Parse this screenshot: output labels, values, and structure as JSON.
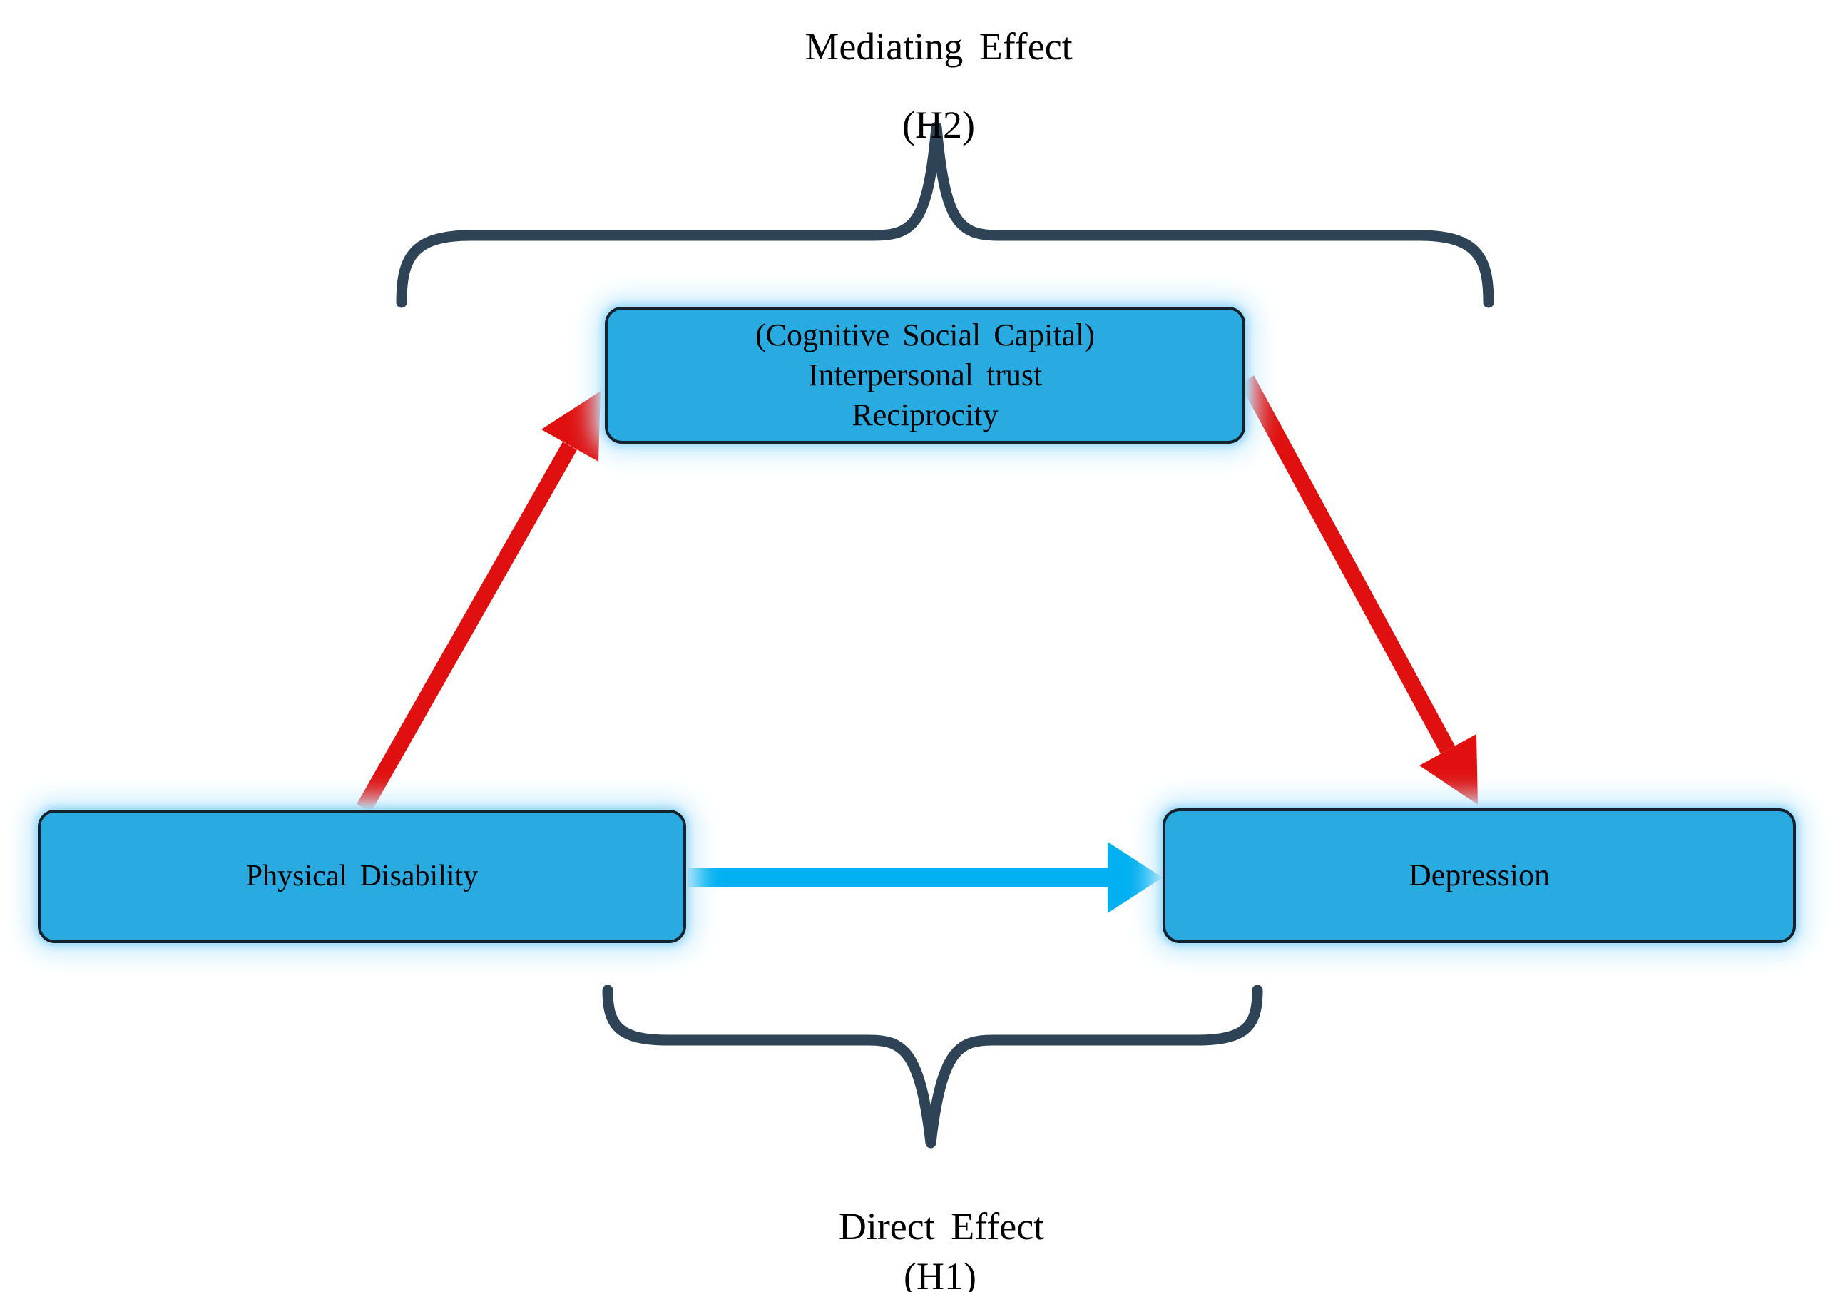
{
  "header": {
    "line1": "Mediating Effect",
    "line2": "(H2)"
  },
  "footer": {
    "line1": "Direct Effect",
    "line2": "(H1)"
  },
  "boxes": {
    "mediator": {
      "line1": "(Cognitive Social Capital)",
      "line2": "Interpersonal trust",
      "line3": "Reciprocity"
    },
    "predictor": {
      "label": "Physical Disability"
    },
    "outcome": {
      "label": "Depression"
    }
  },
  "colors": {
    "background": "#FFFFFF",
    "text": "#000000",
    "box_fill": "#29ABE2",
    "box_border": "#14222E",
    "box_glow": "#9AD9F9",
    "box_glow_soft": "#CDEDFD",
    "red_arrow": "#E01010",
    "cyan_arrow": "#00B0F0",
    "brace": "#2E4356"
  }
}
